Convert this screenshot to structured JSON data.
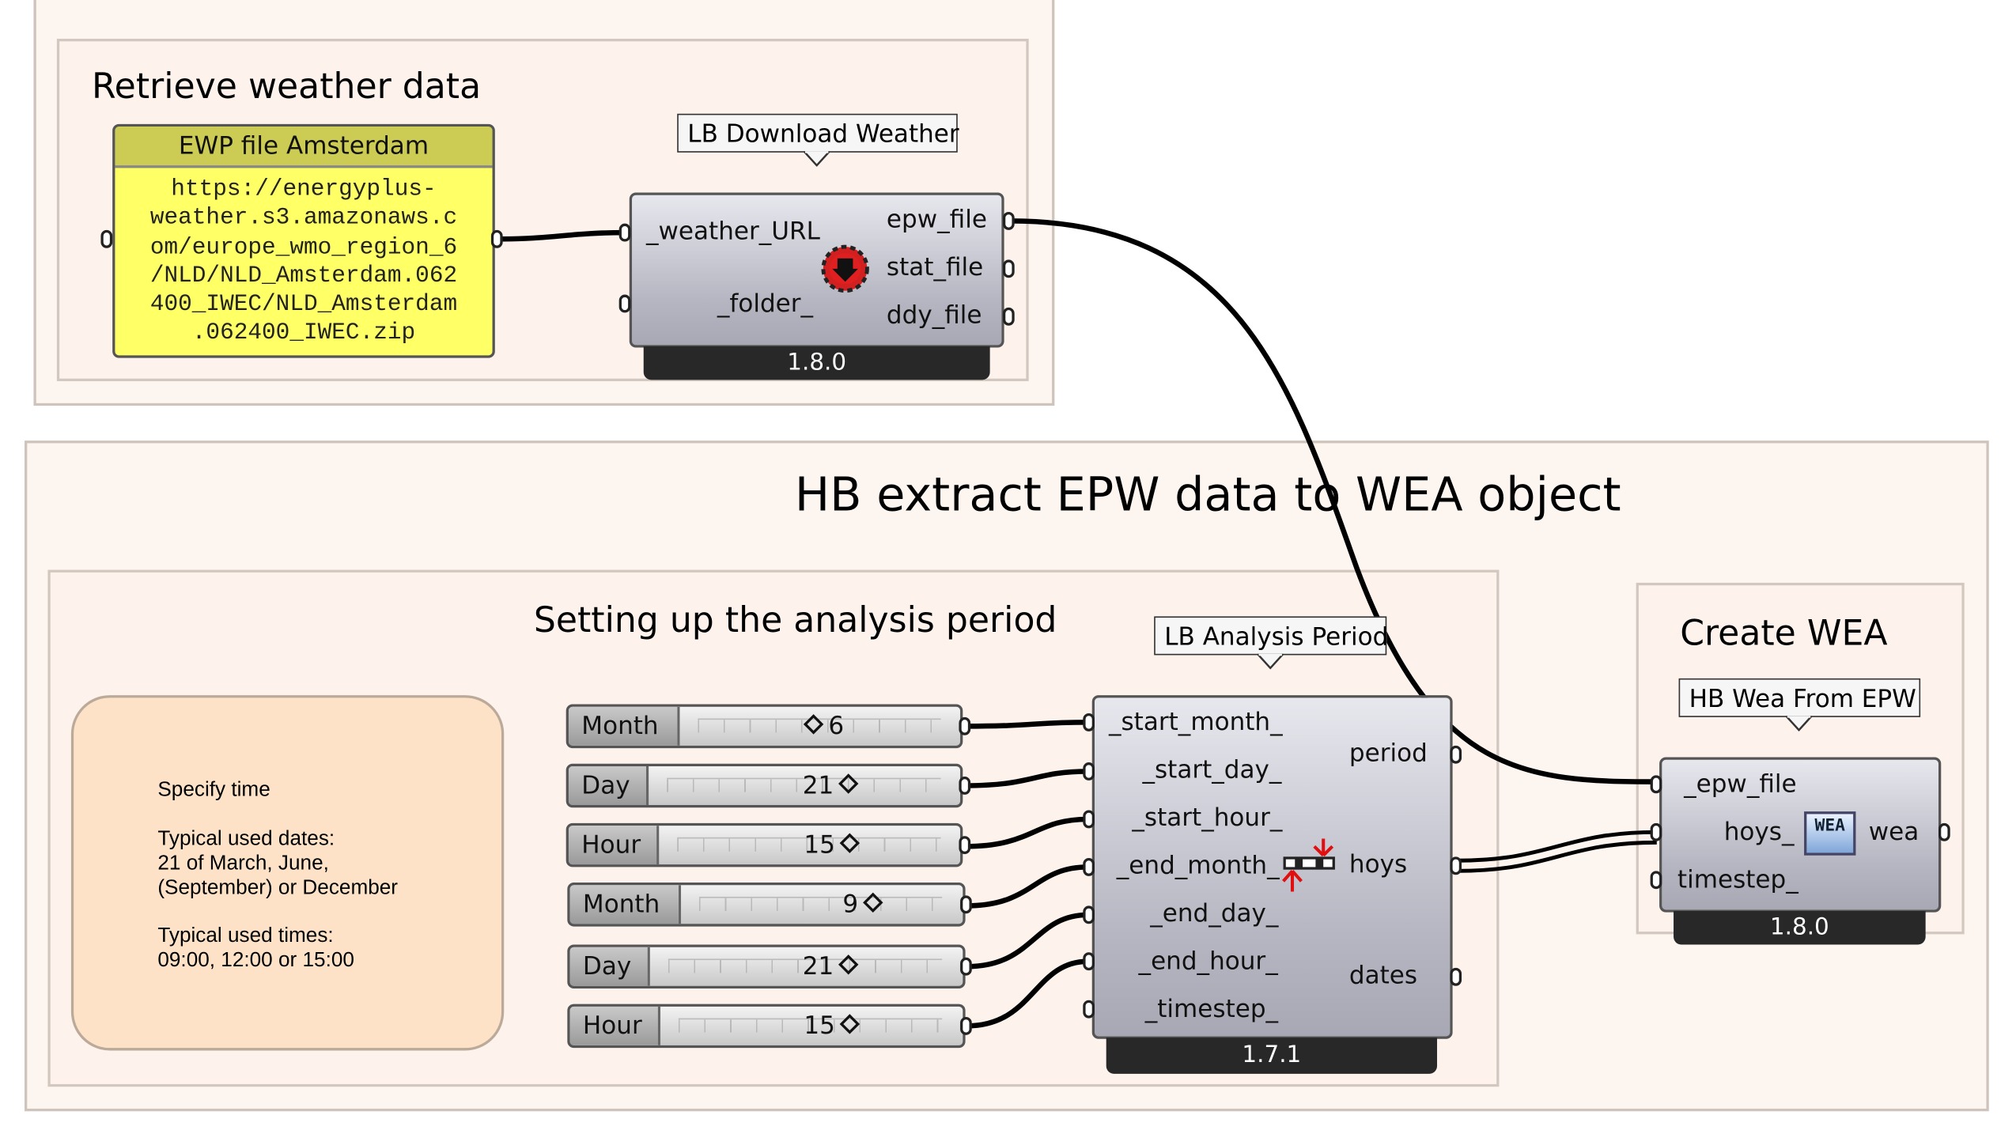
{
  "groups": {
    "outer_top": {
      "title": ""
    },
    "retrieve": {
      "title": "Retrieve weather data"
    },
    "extract": {
      "title": "HB extract EPW data to WEA object"
    },
    "analysis": {
      "title": "Setting up the analysis period"
    },
    "create": {
      "title": "Create WEA"
    }
  },
  "panel": {
    "title": "EWP file Amsterdam",
    "lines": [
      "https://energyplus-",
      "weather.s3.amazonaws.c",
      "om/europe_wmo_region_6",
      "/NLD/NLD_Amsterdam.062",
      "400_IWEC/NLD_Amsterdam",
      ".062400_IWEC.zip"
    ]
  },
  "download": {
    "tag": "LB Download Weather",
    "inputs": [
      "_weather_URL",
      "_folder_"
    ],
    "outputs": [
      "epw_file",
      "stat_file",
      "ddy_file"
    ],
    "version": "1.8.0",
    "icon": "download-weather-icon"
  },
  "analysis_period": {
    "tag": "LB Analysis Period",
    "inputs": [
      "_start_month_",
      "_start_day_",
      "_start_hour_",
      "_end_month_",
      "_end_day_",
      "_end_hour_",
      "_timestep_"
    ],
    "outputs": [
      "period",
      "hoys",
      "dates"
    ],
    "version": "1.7.1",
    "icon": "analysis-period-icon"
  },
  "wea": {
    "tag": "HB Wea From EPW",
    "inputs": [
      "_epw_file",
      "hoys_",
      "timestep_"
    ],
    "outputs": [
      "wea"
    ],
    "version": "1.8.0",
    "icon": "wea-icon",
    "icon_text": "WEA"
  },
  "sliders": [
    {
      "label": "Month",
      "value": "6",
      "fraction": 0.5
    },
    {
      "label": "Day",
      "value": "21",
      "fraction": 0.65
    },
    {
      "label": "Hour",
      "value": "15",
      "fraction": 0.6
    },
    {
      "label": "Month",
      "value": "9",
      "fraction": 0.8
    },
    {
      "label": "Day",
      "value": "21",
      "fraction": 0.65
    },
    {
      "label": "Hour",
      "value": "15",
      "fraction": 0.6
    }
  ],
  "note": {
    "heading": "Specify time",
    "dates_title": "Typical used dates:",
    "dates_line1": "21 of March, June,",
    "dates_line2": "(September) or December",
    "times_title": "Typical used times:",
    "times_line1": "09:00, 12:00 or 15:00"
  },
  "colors": {
    "panel_yellow": "#ffff66",
    "group_bg": "#fdf6f0",
    "note_bg": "#fde2c8",
    "wire": "#000000"
  }
}
